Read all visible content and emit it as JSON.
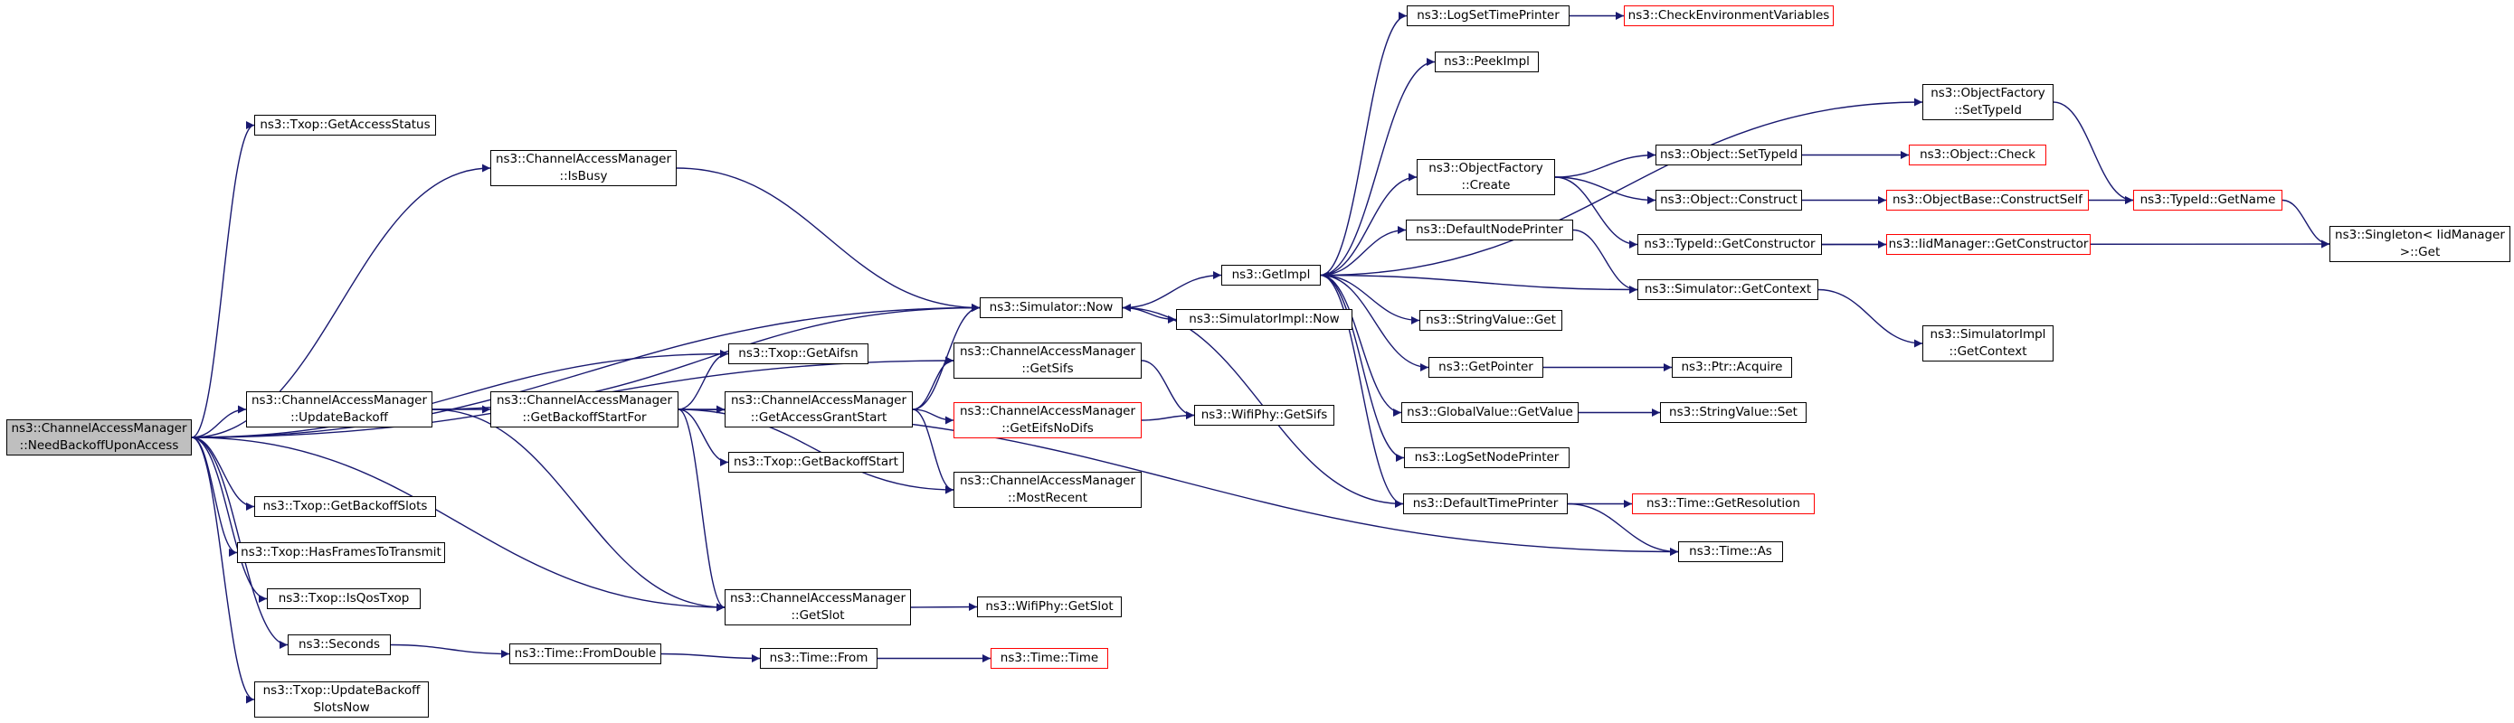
{
  "nodes": {
    "root": [
      "ns3::ChannelAccessManager",
      "::NeedBackoffUponAccess"
    ],
    "get_access_status": [
      "ns3::Txop::GetAccessStatus"
    ],
    "cam_is_busy": [
      "ns3::ChannelAccessManager",
      "::IsBusy"
    ],
    "cam_update_backoff": [
      "ns3::ChannelAccessManager",
      "::UpdateBackoff"
    ],
    "txop_get_backoff_slots": [
      "ns3::Txop::GetBackoffSlots"
    ],
    "txop_has_frames": [
      "ns3::Txop::HasFramesToTransmit"
    ],
    "txop_is_qos": [
      "ns3::Txop::IsQosTxop"
    ],
    "seconds": [
      "ns3::Seconds"
    ],
    "txop_update_backoff_slots": [
      "ns3::Txop::UpdateBackoff",
      "SlotsNow"
    ],
    "cam_get_backoff_start_for": [
      "ns3::ChannelAccessManager",
      "::GetBackoffStartFor"
    ],
    "time_from_double": [
      "ns3::Time::FromDouble"
    ],
    "simulator_now": [
      "ns3::Simulator::Now"
    ],
    "txop_get_aifsn": [
      "ns3::Txop::GetAifsn"
    ],
    "cam_get_access_grant_start": [
      "ns3::ChannelAccessManager",
      "::GetAccessGrantStart"
    ],
    "txop_get_backoff_start": [
      "ns3::Txop::GetBackoffStart"
    ],
    "cam_get_slot": [
      "ns3::ChannelAccessManager",
      "::GetSlot"
    ],
    "time_from": [
      "ns3::Time::From"
    ],
    "cam_get_sifs": [
      "ns3::ChannelAccessManager",
      "::GetSifs"
    ],
    "cam_get_eifs": [
      "ns3::ChannelAccessManager",
      "::GetEifsNoDifs"
    ],
    "cam_most_recent": [
      "ns3::ChannelAccessManager",
      "::MostRecent"
    ],
    "wifiphy_get_slot": [
      "ns3::WifiPhy::GetSlot"
    ],
    "time_time": [
      "ns3::Time::Time"
    ],
    "wifiphy_get_sifs": [
      "ns3::WifiPhy::GetSifs"
    ],
    "get_impl": [
      "ns3::GetImpl"
    ],
    "simimpl_now": [
      "ns3::SimulatorImpl::Now"
    ],
    "log_set_time_printer": [
      "ns3::LogSetTimePrinter"
    ],
    "peek_impl": [
      "ns3::PeekImpl"
    ],
    "objfactory_create": [
      "ns3::ObjectFactory",
      "::Create"
    ],
    "default_node_printer": [
      "ns3::DefaultNodePrinter"
    ],
    "string_value_get": [
      "ns3::StringValue::Get"
    ],
    "get_pointer": [
      "ns3::GetPointer"
    ],
    "global_value_get": [
      "ns3::GlobalValue::GetValue"
    ],
    "log_set_node_printer": [
      "ns3::LogSetNodePrinter"
    ],
    "default_time_printer": [
      "ns3::DefaultTimePrinter"
    ],
    "check_env": [
      "ns3::CheckEnvironmentVariables"
    ],
    "object_set_type_id": [
      "ns3::Object::SetTypeId"
    ],
    "object_construct": [
      "ns3::Object::Construct"
    ],
    "typeid_get_constructor": [
      "ns3::TypeId::GetConstructor"
    ],
    "simulator_get_context": [
      "ns3::Simulator::GetContext"
    ],
    "ptr_acquire": [
      "ns3::Ptr::Acquire"
    ],
    "string_value_set": [
      "ns3::StringValue::Set"
    ],
    "time_get_resolution": [
      "ns3::Time::GetResolution"
    ],
    "time_as": [
      "ns3::Time::As"
    ],
    "objfactory_set_type_id": [
      "ns3::ObjectFactory",
      "::SetTypeId"
    ],
    "object_check": [
      "ns3::Object::Check"
    ],
    "objectbase_construct_self": [
      "ns3::ObjectBase::ConstructSelf"
    ],
    "iidmanager_get_constructor": [
      "ns3::IidManager::GetConstructor"
    ],
    "simimpl_get_context": [
      "ns3::SimulatorImpl",
      "::GetContext"
    ],
    "typeid_get_name": [
      "ns3::TypeId::GetName"
    ],
    "singleton_get": [
      "ns3::Singleton< IidManager",
      " >::Get"
    ]
  },
  "external_nodes": [
    "check_env",
    "object_check",
    "objectbase_construct_self",
    "iidmanager_get_constructor",
    "typeid_get_name",
    "cam_get_eifs",
    "time_time",
    "time_get_resolution"
  ],
  "edges": [
    [
      "root",
      "get_access_status"
    ],
    [
      "root",
      "cam_is_busy"
    ],
    [
      "root",
      "simulator_now"
    ],
    [
      "root",
      "cam_get_sifs"
    ],
    [
      "root",
      "txop_get_aifsn"
    ],
    [
      "root",
      "cam_update_backoff"
    ],
    [
      "root",
      "txop_get_backoff_slots"
    ],
    [
      "root",
      "txop_has_frames"
    ],
    [
      "root",
      "txop_is_qos"
    ],
    [
      "root",
      "seconds"
    ],
    [
      "root",
      "txop_update_backoff_slots"
    ],
    [
      "root",
      "cam_get_slot"
    ],
    [
      "cam_is_busy",
      "simulator_now"
    ],
    [
      "cam_update_backoff",
      "cam_get_backoff_start_for"
    ],
    [
      "cam_update_backoff",
      "simulator_now"
    ],
    [
      "cam_update_backoff",
      "cam_get_slot"
    ],
    [
      "cam_get_backoff_start_for",
      "txop_get_aifsn"
    ],
    [
      "cam_get_backoff_start_for",
      "cam_get_access_grant_start"
    ],
    [
      "cam_get_backoff_start_for",
      "txop_get_backoff_start"
    ],
    [
      "cam_get_backoff_start_for",
      "cam_get_slot"
    ],
    [
      "cam_get_backoff_start_for",
      "cam_most_recent"
    ],
    [
      "cam_get_backoff_start_for",
      "time_as"
    ],
    [
      "cam_get_access_grant_start",
      "simulator_now"
    ],
    [
      "cam_get_access_grant_start",
      "cam_get_sifs"
    ],
    [
      "cam_get_access_grant_start",
      "cam_get_eifs"
    ],
    [
      "cam_get_access_grant_start",
      "cam_most_recent"
    ],
    [
      "cam_get_sifs",
      "wifiphy_get_sifs"
    ],
    [
      "cam_get_eifs",
      "wifiphy_get_sifs"
    ],
    [
      "cam_get_slot",
      "wifiphy_get_slot"
    ],
    [
      "seconds",
      "time_from_double"
    ],
    [
      "time_from_double",
      "time_from"
    ],
    [
      "time_from",
      "time_time"
    ],
    [
      "simulator_now",
      "get_impl"
    ],
    [
      "simulator_now",
      "simimpl_now"
    ],
    [
      "get_impl",
      "log_set_time_printer"
    ],
    [
      "get_impl",
      "peek_impl"
    ],
    [
      "get_impl",
      "objfactory_set_type_id"
    ],
    [
      "get_impl",
      "objfactory_create"
    ],
    [
      "get_impl",
      "default_node_printer"
    ],
    [
      "get_impl",
      "string_value_get"
    ],
    [
      "get_impl",
      "get_pointer"
    ],
    [
      "get_impl",
      "global_value_get"
    ],
    [
      "get_impl",
      "log_set_node_printer"
    ],
    [
      "get_impl",
      "default_time_printer"
    ],
    [
      "log_set_time_printer",
      "check_env"
    ],
    [
      "objfactory_create",
      "object_set_type_id"
    ],
    [
      "objfactory_create",
      "object_construct"
    ],
    [
      "objfactory_create",
      "typeid_get_constructor"
    ],
    [
      "object_set_type_id",
      "object_check"
    ],
    [
      "object_construct",
      "objectbase_construct_self"
    ],
    [
      "objectbase_construct_self",
      "typeid_get_name"
    ],
    [
      "objfactory_set_type_id",
      "typeid_get_name"
    ],
    [
      "typeid_get_name",
      "singleton_get"
    ],
    [
      "typeid_get_constructor",
      "iidmanager_get_constructor"
    ],
    [
      "typeid_get_constructor",
      "singleton_get"
    ],
    [
      "default_node_printer",
      "simulator_get_context"
    ],
    [
      "simulator_get_context",
      "get_impl"
    ],
    [
      "simulator_get_context",
      "simimpl_get_context"
    ],
    [
      "get_pointer",
      "ptr_acquire"
    ],
    [
      "global_value_get",
      "string_value_set"
    ],
    [
      "default_time_printer",
      "simulator_now"
    ],
    [
      "default_time_printer",
      "time_get_resolution"
    ],
    [
      "default_time_printer",
      "time_as"
    ]
  ],
  "colors": {
    "edge": "#191970",
    "node_border": "#000000",
    "external_border": "#ff0000",
    "root_fill": "#bfbfbf"
  }
}
